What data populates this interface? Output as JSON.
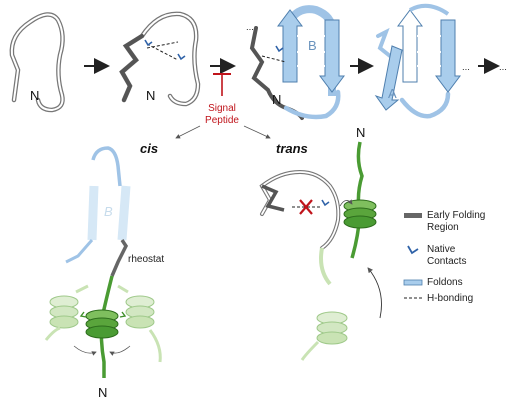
{
  "colors": {
    "early_folding": "#666666",
    "foldon": "#a9cdec",
    "foldon_edge": "#4f7fae",
    "native_contact": "#2f62a8",
    "signal": "#c0141b",
    "helix_green": "#3f8f2a",
    "helix_light": "#c9e3b4"
  },
  "top": {
    "n_label": "N",
    "foldon_b": "B",
    "foldon_a": "A",
    "ellipsis": "...",
    "signal_line1": "Signal",
    "signal_line2": "Peptide"
  },
  "cis": {
    "title": "cis",
    "foldon_b": "B",
    "rheostat": "rheostat",
    "n_label": "N"
  },
  "trans": {
    "title": "trans",
    "n_label": "N"
  },
  "legend": {
    "items": [
      {
        "icon": "early-folding-region-icon",
        "line1": "Early Folding",
        "line2": "Region"
      },
      {
        "icon": "native-contacts-icon",
        "line1": "Native",
        "line2": "Contacts"
      },
      {
        "icon": "foldons-icon",
        "line1": "Foldons",
        "line2": ""
      },
      {
        "icon": "h-bonding-icon",
        "line1": "H-bonding",
        "line2": ""
      }
    ]
  }
}
